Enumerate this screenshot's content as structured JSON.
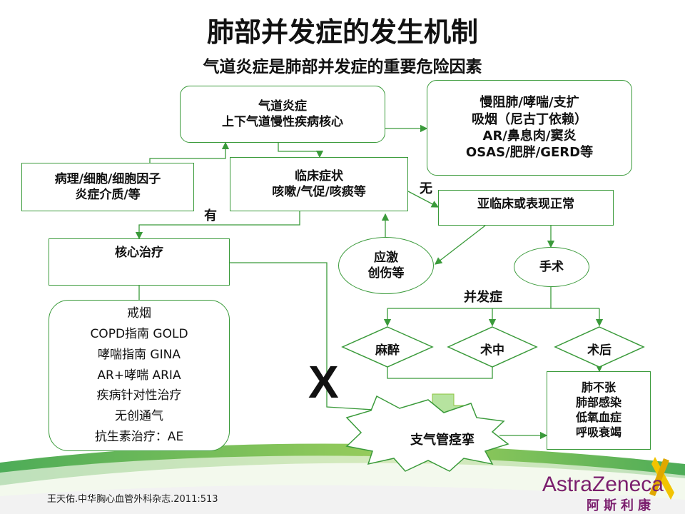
{
  "title": "肺部并发症的发生机制",
  "subtitle": "气道炎症是肺部并发症的重要危险因素",
  "boxes": {
    "airway_inflammation": [
      "气道炎症",
      "上下气道慢性疾病核心"
    ],
    "chronic_conditions": [
      "慢阻肺/哮喘/支扩",
      "吸烟（尼古丁依赖）",
      "AR/鼻息肉/窦炎",
      "OSAS/肥胖/GERD等"
    ],
    "pathology": [
      "病理/细胞/细胞因子",
      "炎症介质/等"
    ],
    "clinical_symptoms": [
      "临床症状",
      "咳嗽/气促/咳痰等"
    ],
    "subclinical": "亚临床或表现正常",
    "core_treatment": "核心治疗",
    "treatment_list": [
      "戒烟",
      "COPD指南 GOLD",
      "哮喘指南 GINA",
      "AR+哮喘 ARIA",
      "疾病针对性治疗",
      "无创通气",
      "抗生素治疗：AE"
    ],
    "stress": [
      "应激",
      "创伤等"
    ],
    "surgery": "手术",
    "complications_label": "并发症",
    "anesthesia": "麻醉",
    "intraoperative": "术中",
    "postoperative": "术后",
    "outcomes": [
      "肺不张",
      "肺部感染",
      "低氧血症",
      "呼吸衰竭"
    ],
    "bronchospasm": "支气管痉挛"
  },
  "labels": {
    "yes": "有",
    "no": "无",
    "cross": "X"
  },
  "citation": "王天佑.中华胸心血管外科杂志.2011:513",
  "logo": {
    "name": "AstraZeneca",
    "name_cn": "阿斯利康"
  },
  "colors": {
    "accent": "#3a9a3a",
    "logo": "#7b1f6e"
  }
}
